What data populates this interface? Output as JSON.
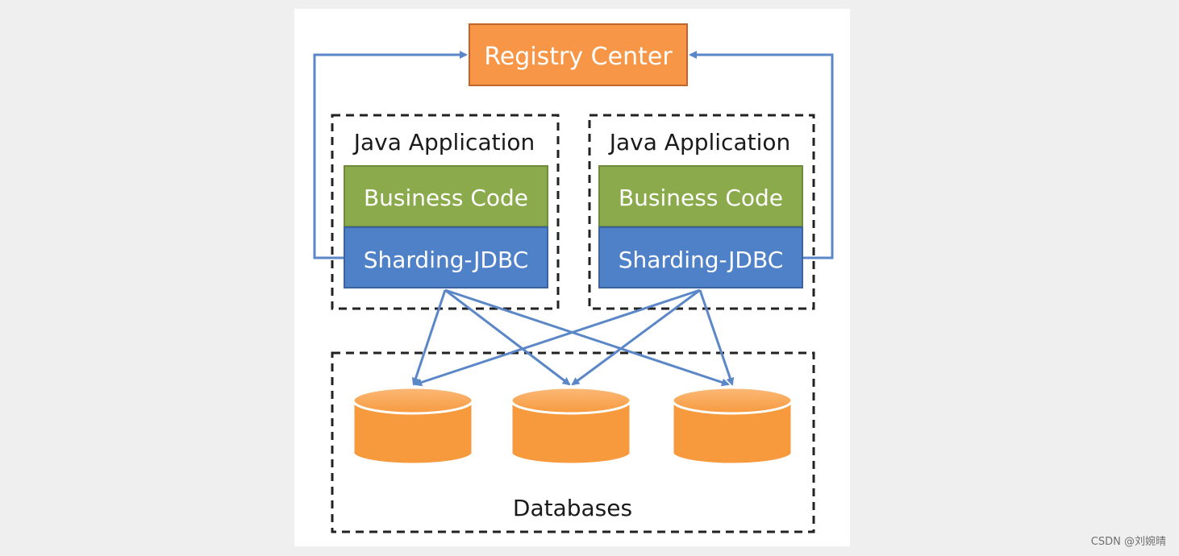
{
  "diagram": {
    "registry_center": "Registry Center",
    "apps": [
      {
        "title": "Java Application",
        "business": "Business Code",
        "sharding": "Sharding-JDBC"
      },
      {
        "title": "Java Application",
        "business": "Business Code",
        "sharding": "Sharding-JDBC"
      }
    ],
    "databases_label": "Databases",
    "database_count": 3
  },
  "colors": {
    "registry_fill": "#f79646",
    "registry_border": "#c0652a",
    "business_fill": "#8aaa4c",
    "business_border": "#6f8a3a",
    "sharding_fill": "#4f81c8",
    "sharding_border": "#3a63a0",
    "database_fill": "#f79a3e",
    "arrow": "#5b87c8",
    "box_text": "#ffffff"
  },
  "watermark": "CSDN @刘婉晴"
}
